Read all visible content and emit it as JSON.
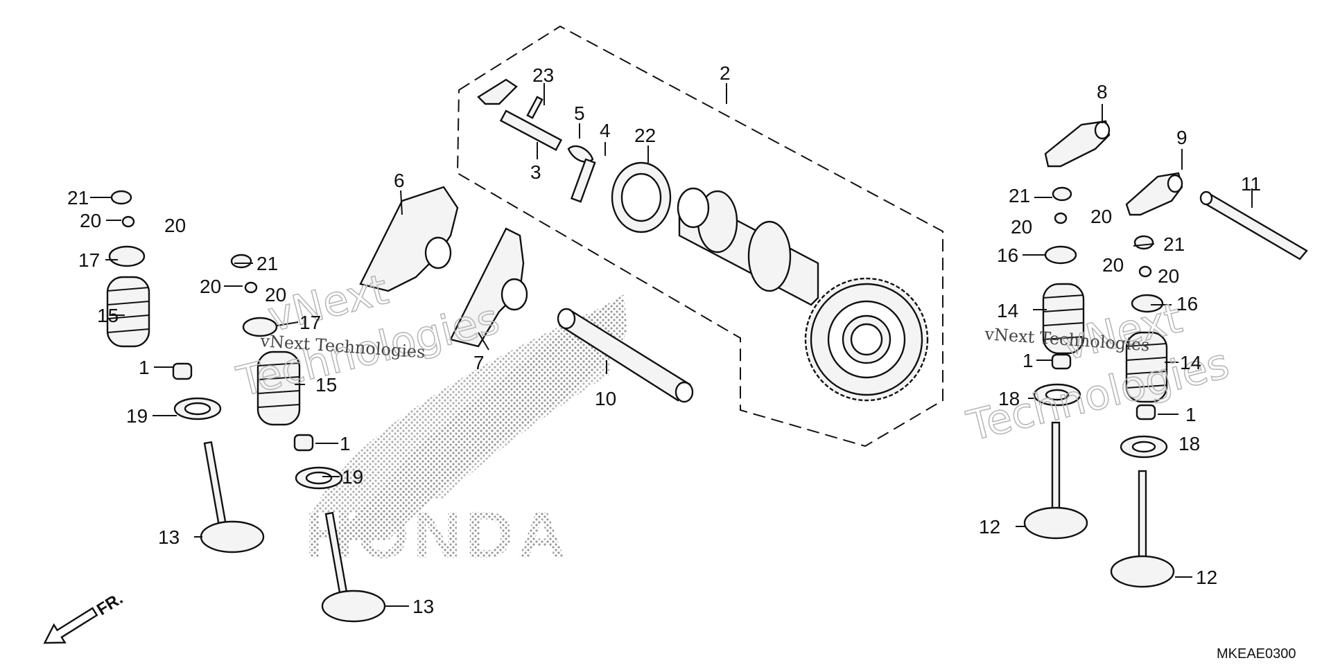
{
  "diagram": {
    "part_labels": [
      {
        "id": "1",
        "text": "1"
      },
      {
        "id": "2",
        "text": "2"
      },
      {
        "id": "3",
        "text": "3"
      },
      {
        "id": "4",
        "text": "4"
      },
      {
        "id": "5",
        "text": "5"
      },
      {
        "id": "6",
        "text": "6"
      },
      {
        "id": "7",
        "text": "7"
      },
      {
        "id": "8",
        "text": "8"
      },
      {
        "id": "9",
        "text": "9"
      },
      {
        "id": "10",
        "text": "10"
      },
      {
        "id": "11",
        "text": "11"
      },
      {
        "id": "12",
        "text": "12"
      },
      {
        "id": "13",
        "text": "13"
      },
      {
        "id": "14",
        "text": "14"
      },
      {
        "id": "15",
        "text": "15"
      },
      {
        "id": "16",
        "text": "16"
      },
      {
        "id": "17",
        "text": "17"
      },
      {
        "id": "18",
        "text": "18"
      },
      {
        "id": "19",
        "text": "19"
      },
      {
        "id": "20",
        "text": "20"
      },
      {
        "id": "21",
        "text": "21"
      },
      {
        "id": "22",
        "text": "22"
      },
      {
        "id": "23",
        "text": "23"
      }
    ],
    "diagram_code": "MKEAE0300",
    "front_indicator": "FR.",
    "watermark_text": "vNext Technologies",
    "watermark_line1": "vNext",
    "watermark_line2": "Technologies",
    "brand_logo_text": "HONDA"
  }
}
